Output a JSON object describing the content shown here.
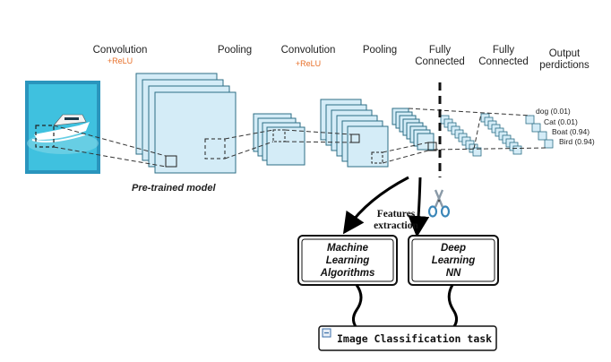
{
  "header": {
    "conv1": "Convolution",
    "relu1": "+ReLU",
    "pool1": "Pooling",
    "conv2": "Convolution",
    "relu2": "+ReLU",
    "pool2": "Pooling",
    "fc1_line1": "Fully",
    "fc1_line2": "Connected",
    "fc2_line1": "Fully",
    "fc2_line2": "Connected",
    "out_line1": "Output",
    "out_line2": "perdictions"
  },
  "predictions": [
    "dog (0.01)",
    "Cat (0.01)",
    "Boat (0.94)",
    "Bird (0.94)"
  ],
  "pretrained_label": "Pre-trained model",
  "features": {
    "line1": "Features",
    "line2": "extraction"
  },
  "ml_box": {
    "line1": "Machine",
    "line2": "Learning",
    "line3": "Algorithms"
  },
  "dl_box": {
    "line1": "Deep",
    "line2": "Learning",
    "line3": "NN"
  },
  "task_label": "Image Classification task",
  "icons": [
    "boat-image",
    "scissors-icon",
    "minimize-icon"
  ],
  "colors": {
    "layer_fill": "#d4ecf7",
    "layer_stroke": "#2c6e86",
    "relu": "#e8702a",
    "image_bg": "#33b7d6"
  }
}
